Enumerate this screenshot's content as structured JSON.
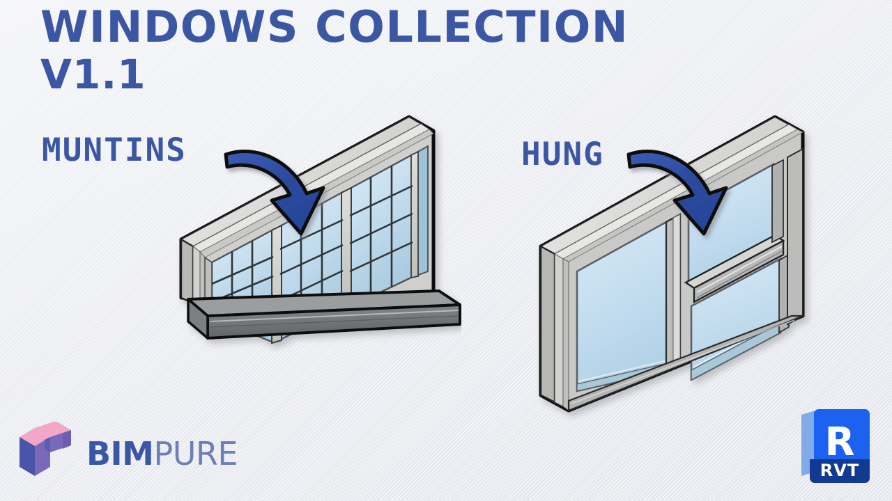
{
  "page": {
    "background_color": "#edeff3",
    "accent_color": "#3b56a3",
    "arrow_color": "#2c4a9e",
    "glass_color": "#c7dfef",
    "frame_color": "#b4b7b8",
    "sill_color": "#6d7173"
  },
  "title": {
    "line1": "WINDOWS COLLECTION",
    "line2": "V1.1"
  },
  "callouts": [
    {
      "label": "MUNTINS",
      "arrow_icon": "curved-down-arrow-icon",
      "target": "muntins-window-render"
    },
    {
      "label": "HUNG",
      "arrow_icon": "curved-down-arrow-icon",
      "target": "hung-window-render"
    }
  ],
  "renders": {
    "muntins": {
      "name": "muntins-window-render",
      "description": "Isometric gridded window with muntins and sill"
    },
    "hung": {
      "name": "hung-window-render",
      "description": "Isometric single hung window with two sashes"
    }
  },
  "brand": {
    "logo_icon": "bimpure-cube-icon",
    "name_bold": "BIM",
    "name_light": "PURE",
    "colors": {
      "top": "#f2a7c9",
      "left": "#4a54a8",
      "right": "#7a68ba"
    }
  },
  "badge": {
    "icon": "revit-rvt-icon",
    "letter": "R",
    "label": "RVT",
    "colors": {
      "primary": "#1b62f0",
      "dark": "#123a90",
      "flap": "#80aae8"
    }
  }
}
